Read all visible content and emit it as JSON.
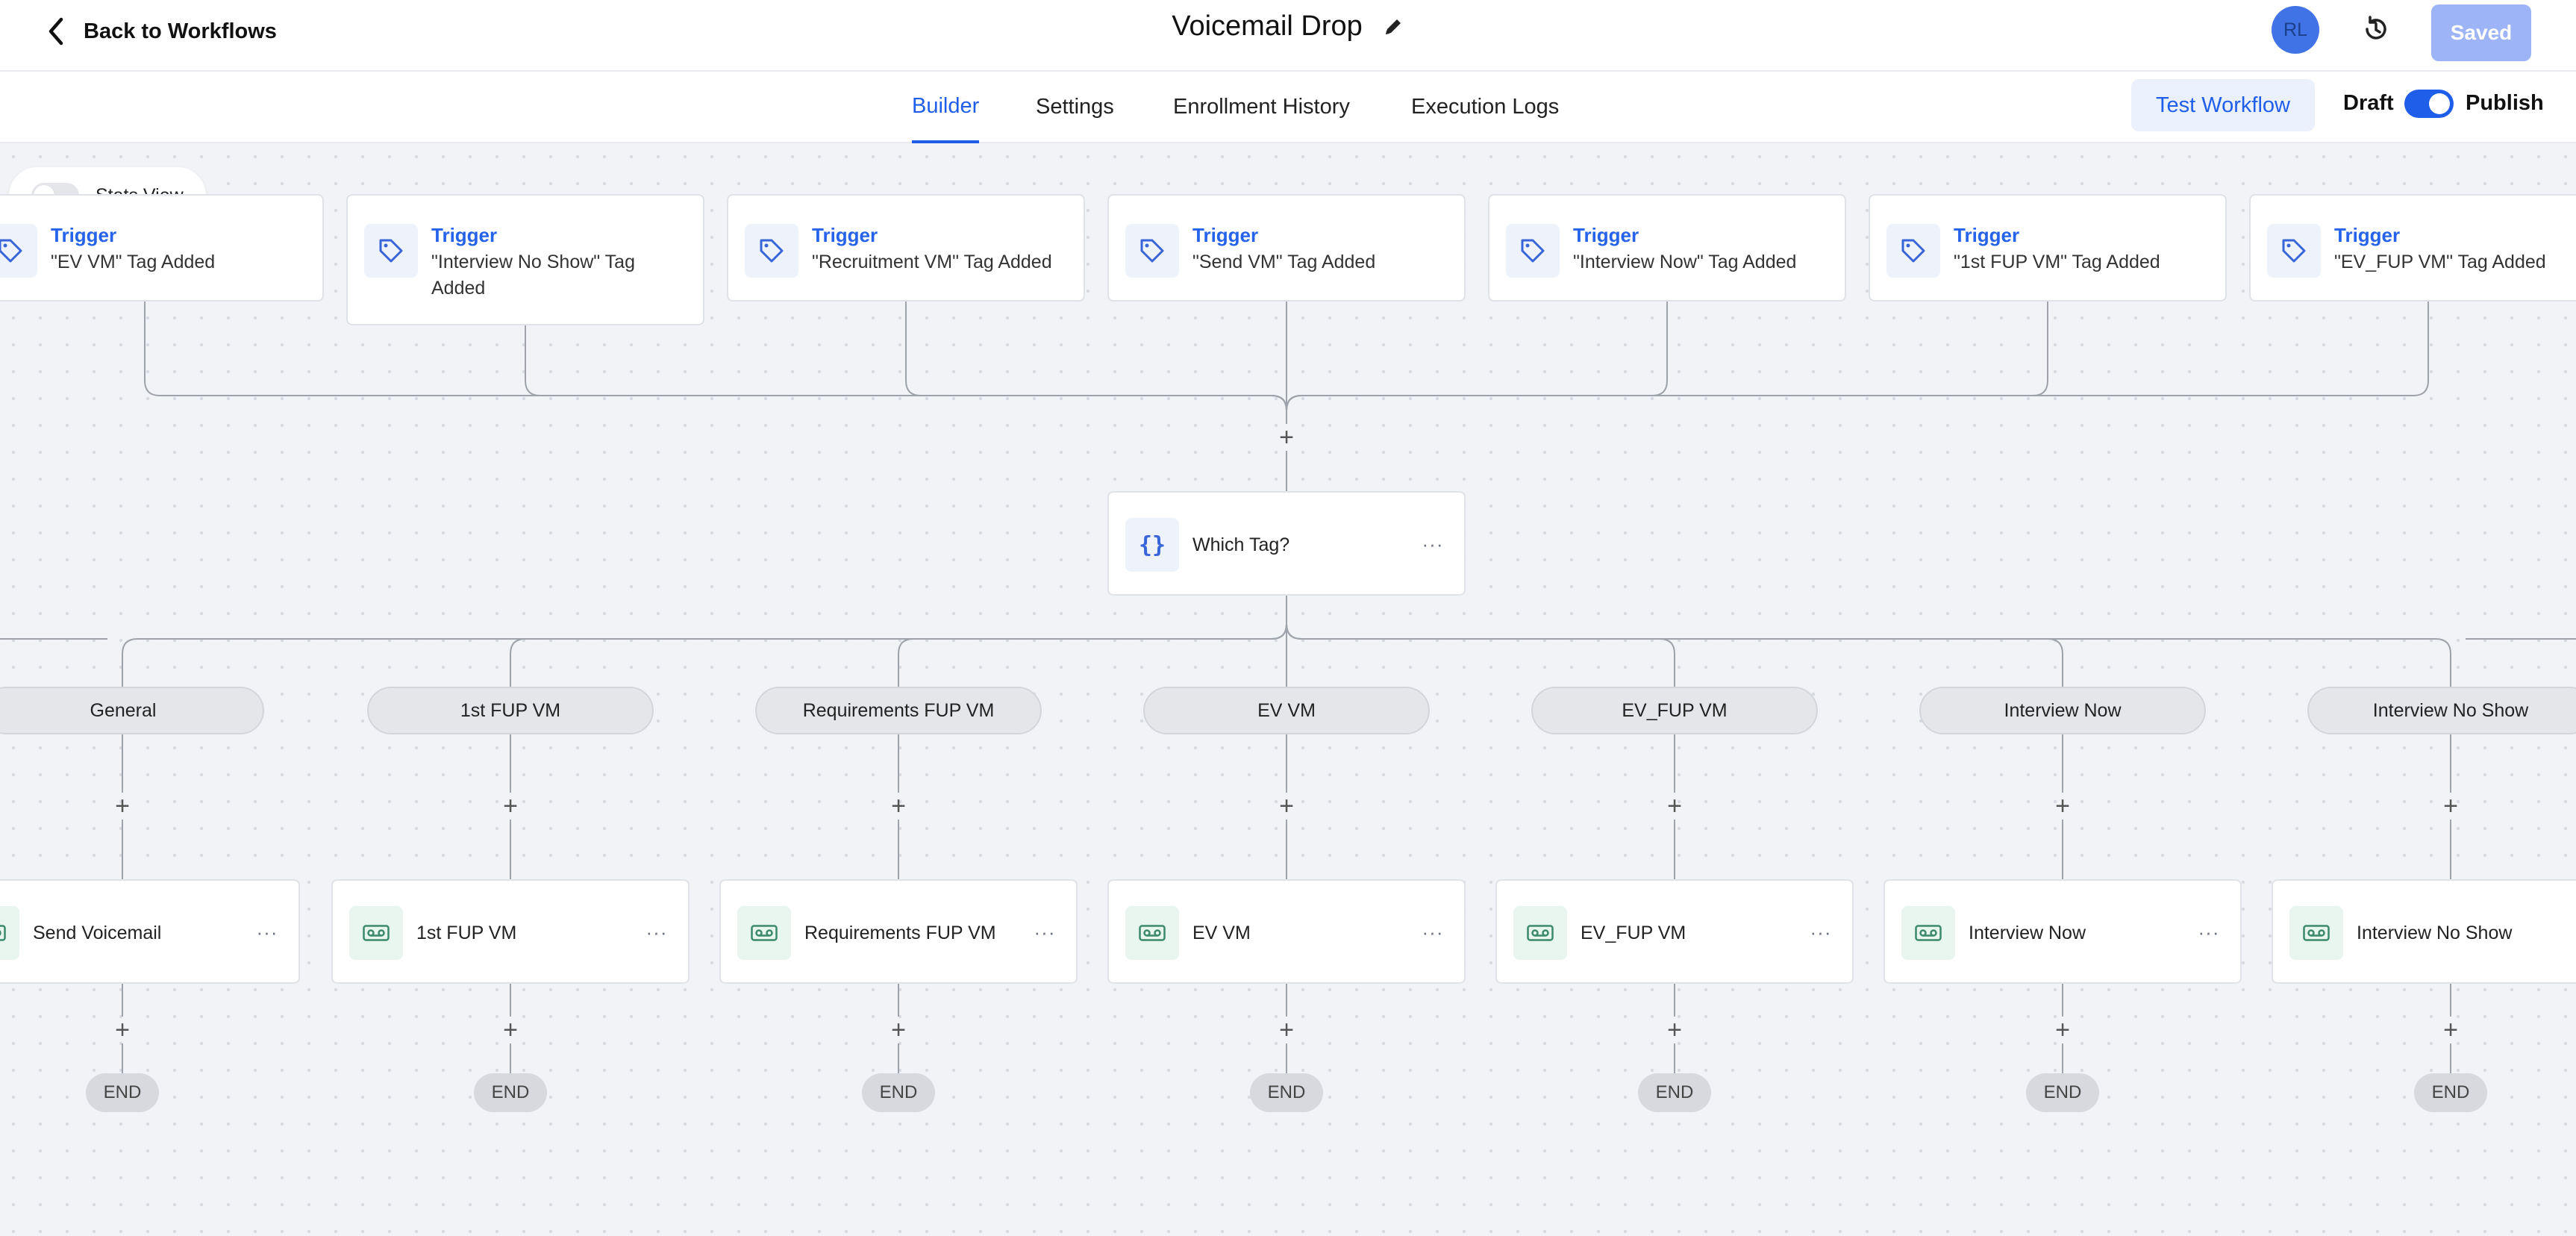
{
  "header": {
    "back_label": "Back to Workflows",
    "title": "Voicemail Drop",
    "avatar_initials": "RL",
    "saved_label": "Saved"
  },
  "tabs": [
    {
      "label": "Builder",
      "active": true
    },
    {
      "label": "Settings",
      "active": false
    },
    {
      "label": "Enrollment History",
      "active": false
    },
    {
      "label": "Execution Logs",
      "active": false
    }
  ],
  "toolbar": {
    "test_label": "Test Workflow",
    "draft_label": "Draft",
    "publish_label": "Publish",
    "publish_on": true
  },
  "canvas": {
    "stats_view_label": "Stats View",
    "stats_view_on": false,
    "triggers": [
      {
        "title": "Trigger",
        "subtitle": "\"EV VM\" Tag Added"
      },
      {
        "title": "Trigger",
        "subtitle": "\"Interview No Show\" Tag Added"
      },
      {
        "title": "Trigger",
        "subtitle": "\"Recruitment VM\" Tag Added"
      },
      {
        "title": "Trigger",
        "subtitle": "\"Send VM\" Tag Added"
      },
      {
        "title": "Trigger",
        "subtitle": "\"Interview Now\" Tag Added"
      },
      {
        "title": "Trigger",
        "subtitle": "\"1st FUP VM\" Tag Added"
      },
      {
        "title": "Trigger",
        "subtitle": "\"EV_FUP VM\" Tag Added"
      }
    ],
    "condition": {
      "label": "Which Tag?",
      "icon_text": "{}"
    },
    "branches": [
      {
        "label": "General",
        "action": "Send Voicemail",
        "end": "END"
      },
      {
        "label": "1st FUP VM",
        "action": "1st FUP VM",
        "end": "END"
      },
      {
        "label": "Requirements FUP VM",
        "action": "Requirements FUP VM",
        "end": "END"
      },
      {
        "label": "EV VM",
        "action": "EV VM",
        "end": "END"
      },
      {
        "label": "EV_FUP VM",
        "action": "EV_FUP VM",
        "end": "END"
      },
      {
        "label": "Interview Now",
        "action": "Interview Now",
        "end": "END"
      },
      {
        "label": "Interview No Show",
        "action": "Interview No Show",
        "end": "END"
      }
    ],
    "menu_glyph": "···",
    "plus_glyph": "+"
  },
  "colors": {
    "accent": "#1f5ee8",
    "trigger_title": "#2563eb",
    "voicemail_icon": "#3a8a6c",
    "saved_button": "#9db5f7"
  },
  "icons": {
    "trigger": "tag-icon",
    "condition": "braces-icon",
    "action": "voicemail-icon",
    "back": "chevron-left-icon",
    "edit": "pencil-icon",
    "history": "history-icon"
  }
}
